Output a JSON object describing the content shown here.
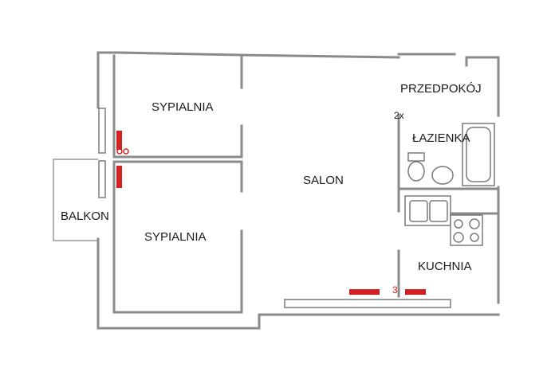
{
  "rooms": {
    "bedroom_top": "SYPIALNIA",
    "bedroom_bottom": "SYPIALNIA",
    "living_room": "SALON",
    "hallway": "PRZEDPOKÓJ",
    "bathroom": "ŁAZIENKA",
    "kitchen": "KUCHNIA",
    "balcony": "BALKON"
  },
  "annotations": {
    "hall_count": "2x",
    "kitchen_marker": "3"
  },
  "colors": {
    "walls": "#8a8a8a",
    "radiators": "#d32020",
    "background": "#ffffff"
  }
}
